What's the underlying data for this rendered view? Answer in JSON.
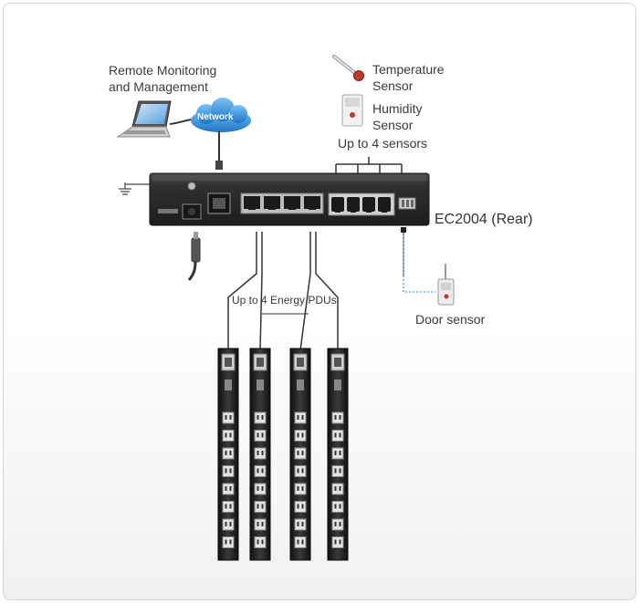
{
  "labels": {
    "remote_line1": "Remote Monitoring",
    "remote_line2": "and Management",
    "network": "Network",
    "temp_line1": "Temperature",
    "temp_line2": "Sensor",
    "humidity_line1": "Humidity",
    "humidity_line2": "Sensor",
    "sensors_note": "Up to 4 sensors",
    "device": "EC2004 (Rear)",
    "pdus_note": "Up to 4 Energy PDUs",
    "door_sensor": "Door sensor"
  },
  "colors": {
    "device_body": "#2b2b2b",
    "cloud": "#2f8fd6",
    "thermometer_bulb": "#c0392b",
    "door_link": "#4a90d9",
    "pdu_body": "#1e1e1e"
  },
  "pdu_count": 4,
  "pdu_outlets_per_strip": 8
}
